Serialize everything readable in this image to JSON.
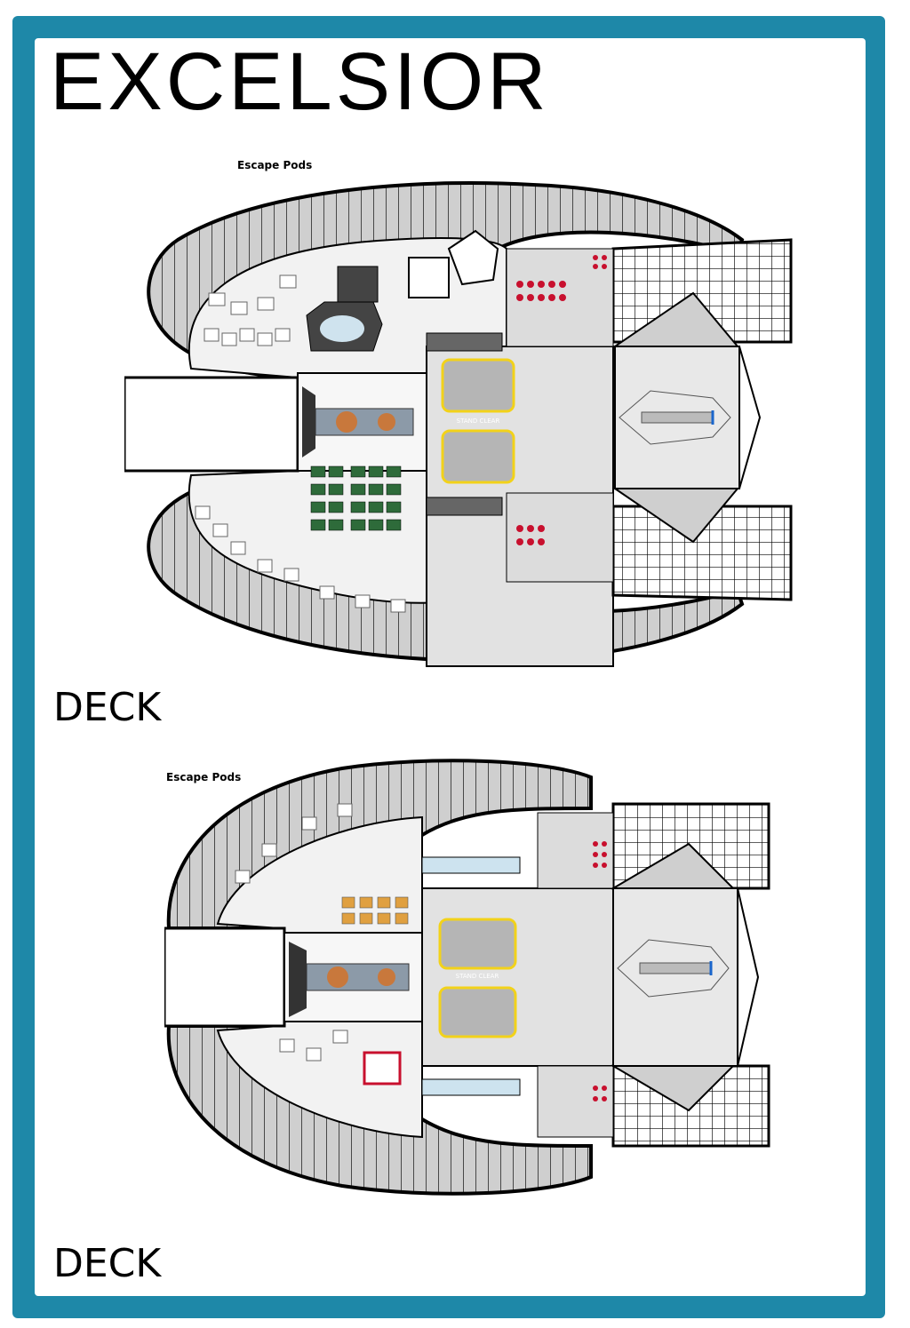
{
  "title": "EXCELSIOR",
  "decks": [
    {
      "label": "DECK",
      "escape_pods_label": "Escape Pods",
      "stand_clear_label": "STAND CLEAR"
    },
    {
      "label": "DECK",
      "escape_pods_label": "Escape Pods",
      "stand_clear_label": "STAND CLEAR"
    }
  ],
  "colors": {
    "frame": "#1e88a8",
    "hull_stroke": "#000000",
    "deck_floor": "#f2f2f2",
    "bay_floor": "#e2e2e2",
    "warning_yellow": "#f2d21a",
    "pod_red": "#c8102e"
  }
}
